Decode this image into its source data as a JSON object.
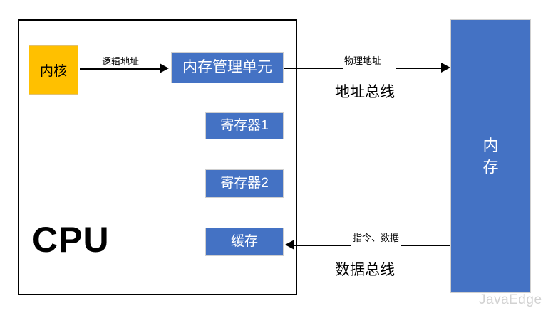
{
  "diagram": {
    "cpu": {
      "label": "CPU",
      "kernel_box": "内核",
      "mmu_box": "内存管理单元",
      "register1_box": "寄存器1",
      "register2_box": "寄存器2",
      "cache_box": "缓存"
    },
    "memory": {
      "label_line1": "内",
      "label_line2": "存"
    },
    "edges": {
      "logical_address": "逻辑地址",
      "physical_address": "物理地址",
      "instructions_data": "指令、数据"
    },
    "buses": {
      "address_bus": "地址总线",
      "data_bus": "数据总线"
    },
    "watermark": "JavaEdge",
    "colors": {
      "block_blue": "#4472C4",
      "kernel_orange": "#FFC000",
      "line_black": "#000000",
      "watermark_gray": "#D2D2D2"
    }
  }
}
